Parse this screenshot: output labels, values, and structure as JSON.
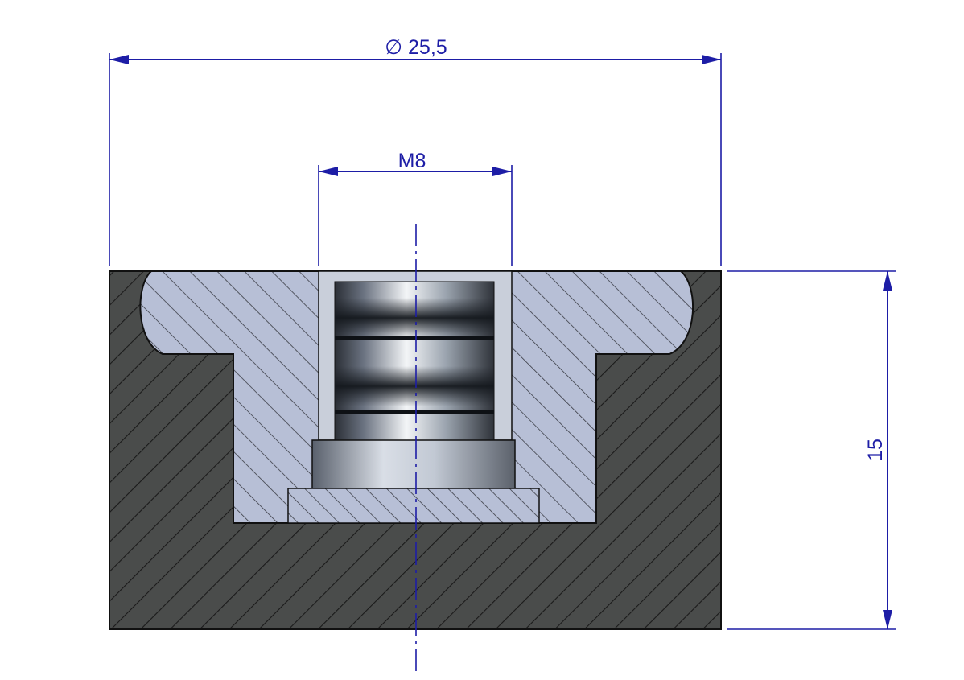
{
  "dimensions": {
    "outer_diameter": "∅ 25,5",
    "thread": "M8",
    "height": "15"
  },
  "colors": {
    "rubber": "#4a4c4b",
    "rubber_hatch": "#1a1a1a",
    "metal": "#b7bfd6",
    "metal_hatch": "#3b3d46",
    "dimension": "#1d1da6",
    "outline": "#111111"
  }
}
